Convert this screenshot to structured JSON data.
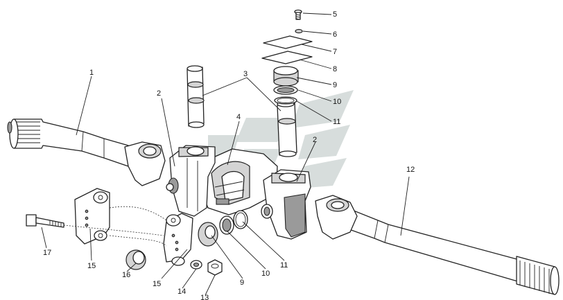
{
  "callouts": [
    {
      "id": "c1",
      "text": "1"
    },
    {
      "id": "c2a",
      "text": "2"
    },
    {
      "id": "c2b",
      "text": "2"
    },
    {
      "id": "c3",
      "text": "3"
    },
    {
      "id": "c4",
      "text": "4"
    },
    {
      "id": "c5",
      "text": "5"
    },
    {
      "id": "c6",
      "text": "6"
    },
    {
      "id": "c7",
      "text": "7"
    },
    {
      "id": "c8",
      "text": "8"
    },
    {
      "id": "c9a",
      "text": "9"
    },
    {
      "id": "c9b",
      "text": "9"
    },
    {
      "id": "c10a",
      "text": "10"
    },
    {
      "id": "c10b",
      "text": "10"
    },
    {
      "id": "c11a",
      "text": "11"
    },
    {
      "id": "c11b",
      "text": "11"
    },
    {
      "id": "c12",
      "text": "12"
    },
    {
      "id": "c13",
      "text": "13"
    },
    {
      "id": "c14",
      "text": "14"
    },
    {
      "id": "c15a",
      "text": "15"
    },
    {
      "id": "c15b",
      "text": "15"
    },
    {
      "id": "c16",
      "text": "16"
    },
    {
      "id": "c17",
      "text": "17"
    }
  ]
}
